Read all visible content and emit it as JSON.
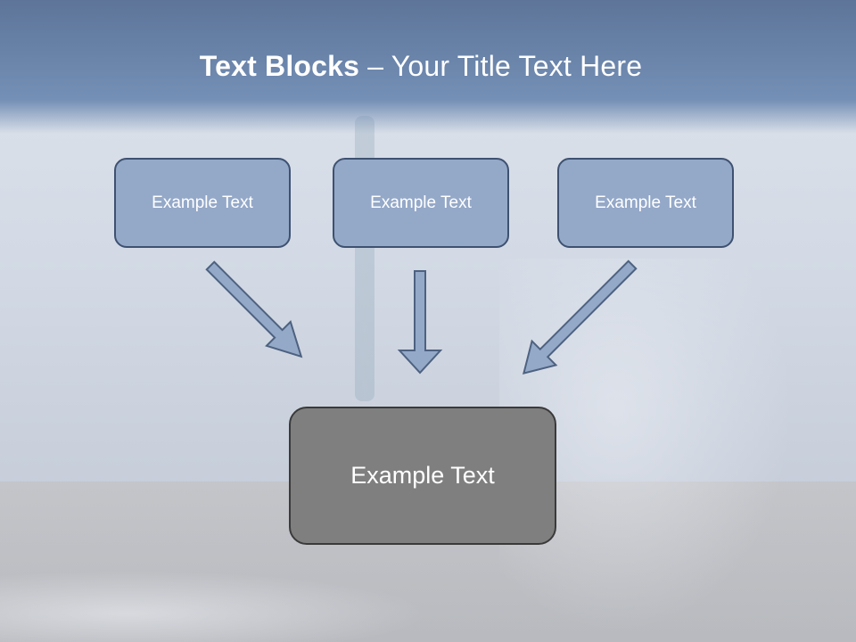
{
  "slide": {
    "title_bold": "Text Blocks",
    "title_rest": " – Your Title Text Here",
    "blocks": [
      {
        "label": "Example Text"
      },
      {
        "label": "Example Text"
      },
      {
        "label": "Example Text"
      }
    ],
    "result": {
      "label": "Example Text"
    }
  },
  "colors": {
    "title_band": "#6a84aa",
    "block_fill": "#94a8c8",
    "block_border": "#3e5171",
    "arrow_fill": "#94a8c8",
    "arrow_stroke": "#4d6180",
    "result_fill": "#7f7f7f",
    "result_border": "#3a3a3a"
  }
}
